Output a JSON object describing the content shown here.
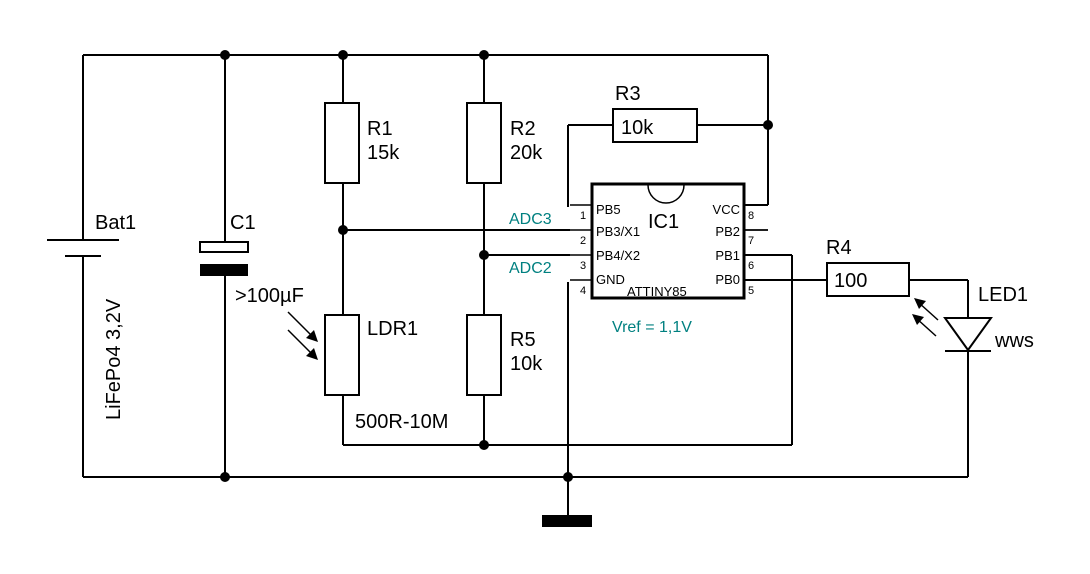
{
  "battery": {
    "name": "Bat1",
    "value": "LiFePo4 3,2V"
  },
  "capacitor": {
    "name": "C1",
    "value": ">100µF"
  },
  "r1": {
    "name": "R1",
    "value": "15k"
  },
  "r2": {
    "name": "R2",
    "value": "20k"
  },
  "r3": {
    "name": "R3",
    "value": "10k"
  },
  "r4": {
    "name": "R4",
    "value": "100"
  },
  "r5": {
    "name": "R5",
    "value": "10k"
  },
  "ldr": {
    "name": "LDR1",
    "value": "500R-10M"
  },
  "led": {
    "name": "LED1",
    "value": "wws"
  },
  "ic": {
    "name": "IC1",
    "type": "ATTINY85",
    "pins_left": [
      {
        "num": "1",
        "label": "PB5"
      },
      {
        "num": "2",
        "label": "PB3/X1"
      },
      {
        "num": "3",
        "label": "PB4/X2"
      },
      {
        "num": "4",
        "label": "GND"
      }
    ],
    "pins_right": [
      {
        "num": "8",
        "label": "VCC"
      },
      {
        "num": "7",
        "label": "PB2"
      },
      {
        "num": "6",
        "label": "PB1"
      },
      {
        "num": "5",
        "label": "PB0"
      }
    ]
  },
  "annotations": {
    "adc3": "ADC3",
    "adc2": "ADC2",
    "vref": "Vref = 1,1V"
  },
  "colors": {
    "wire": "#000000",
    "annotation": "#008080"
  }
}
